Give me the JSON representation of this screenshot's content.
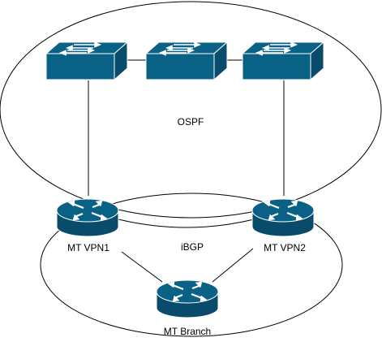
{
  "colors": {
    "device_fill": "#0a6186",
    "device_side": "#094b6b",
    "device_stroke": "#ffffff",
    "line": "#000000",
    "background": "#ffffff"
  },
  "areas": {
    "ospf_label": "OSPF",
    "ibgp_label": "iBGP"
  },
  "switches": [
    {
      "name": "switch-left",
      "icon": "switch-icon"
    },
    {
      "name": "switch-middle",
      "icon": "switch-icon"
    },
    {
      "name": "switch-right",
      "icon": "switch-icon"
    }
  ],
  "routers": [
    {
      "label": "MT VPN1",
      "icon": "router-icon"
    },
    {
      "label": "MT VPN2",
      "icon": "router-icon"
    },
    {
      "label": "MT Branch",
      "icon": "router-icon"
    }
  ]
}
